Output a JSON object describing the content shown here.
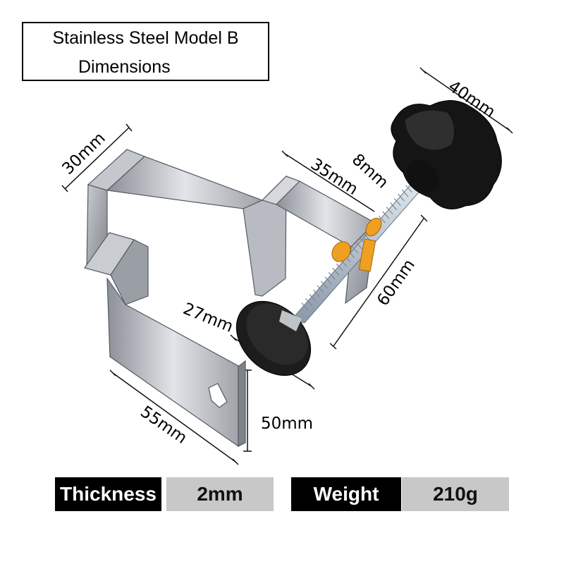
{
  "title": {
    "line1": "Stainless Steel Model B",
    "line2": "Dimensions"
  },
  "dimensions": {
    "d40": "40mm",
    "d30": "30mm",
    "d35": "35mm",
    "d8": "8mm",
    "d60": "60mm",
    "d27": "27mm",
    "d55": "55mm",
    "d50": "50mm"
  },
  "specs": {
    "thickness_label": "Thickness",
    "thickness_value": "2mm",
    "weight_label": "Weight",
    "weight_value": "210g"
  },
  "colors": {
    "steel": "#a9adb3",
    "knob": "#151515",
    "washer": "#f0a020",
    "label_bg": "#000000",
    "value_bg": "#c8c8c8"
  }
}
